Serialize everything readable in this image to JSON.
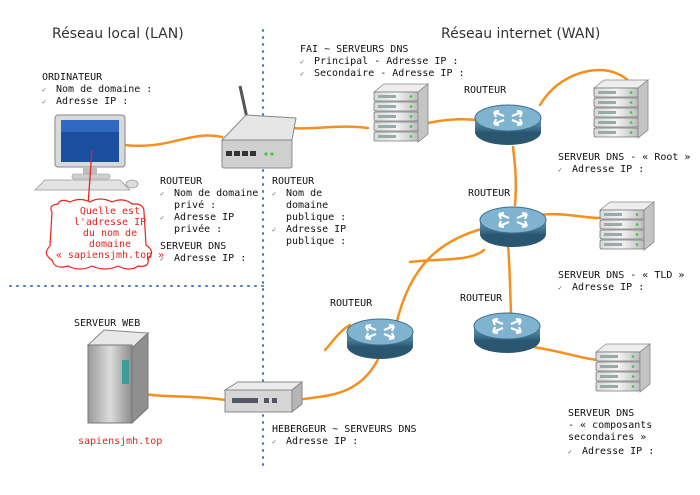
{
  "titles": {
    "lan": "Réseau local (LAN)",
    "wan": "Réseau internet (WAN)"
  },
  "ordinateur": {
    "title": "ORDINATEUR",
    "items": [
      "Nom de domaine :",
      "Adresse IP :"
    ]
  },
  "routeur_lan": {
    "title": "ROUTEUR",
    "items": [
      "Nom de domaine privé :",
      "Adresse IP privée :"
    ]
  },
  "serveur_dns_lan": {
    "title": "SERVEUR DNS",
    "items": [
      "Adresse IP :"
    ]
  },
  "routeur_wan": {
    "title": "ROUTEUR",
    "items": [
      "Nom de domaine publique :",
      "Adresse IP publique :"
    ]
  },
  "fai": {
    "title": "FAI ~ SERVEURS DNS",
    "items": [
      "Principal - Adresse IP :",
      "Secondaire - Adresse IP :"
    ]
  },
  "routers": {
    "r1": "ROUTEUR",
    "r2": "ROUTEUR",
    "r3": "ROUTEUR",
    "r4": "ROUTEUR"
  },
  "dns_root": {
    "title": "SERVEUR DNS - « Root »",
    "items": [
      "Adresse IP :"
    ]
  },
  "dns_tld": {
    "title": "SERVEUR DNS - « TLD »",
    "items": [
      "Adresse IP :"
    ]
  },
  "dns_comp": {
    "title_1": "SERVEUR DNS",
    "title_2": "- « composants",
    "title_3": "secondaires »",
    "items": [
      "Adresse IP :"
    ]
  },
  "serveur_web": {
    "title": "SERVEUR WEB",
    "domain": "sapiensjmh.top"
  },
  "hebergeur": {
    "title": "HEBERGEUR ~ SERVEURS DNS",
    "items": [
      "Adresse IP :"
    ]
  },
  "question": {
    "line1": "Quelle est",
    "line2": "l'adresse IP",
    "line3": "du nom de",
    "line4": "domaine",
    "line5": "« sapiensjmh.top »"
  },
  "colors": {
    "cable": "#f5901e",
    "divider": "#4a78c2",
    "router": "#3f6f8a",
    "red": "#e8231e"
  }
}
